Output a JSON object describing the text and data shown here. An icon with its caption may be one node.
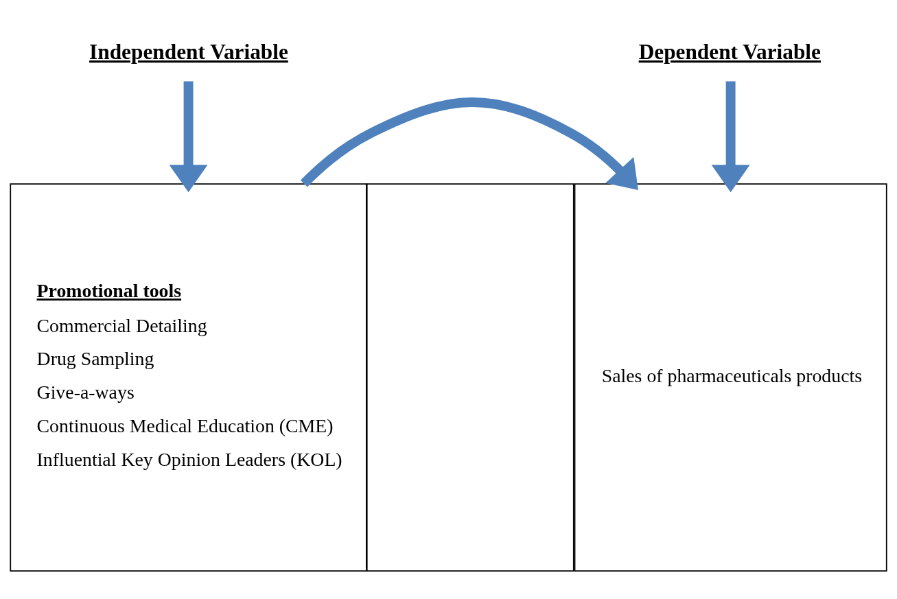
{
  "diagram": {
    "nodes": [
      {
        "text": [
          "Independent Variable"
        ]
      },
      {
        "text": [
          "Dependent Variable"
        ]
      },
      {
        "text": [
          "Promotional tools",
          "Commercial Detailing",
          "Drug Sampling",
          "Give-a-ways",
          "Continuous Medical Education (CME)",
          "Influential Key Opinion Leaders (KOL)"
        ]
      },
      {
        "text": [],
        "shape": "box"
      },
      {
        "text": [
          "Sales of pharmaceuticals products"
        ]
      }
    ],
    "edges": [
      {
        "from": 0,
        "to": 2,
        "arrow": "to"
      },
      {
        "from": 1,
        "to": 4,
        "arrow": "to"
      },
      {
        "from": 2,
        "to": 4,
        "arrow": "to"
      }
    ]
  }
}
